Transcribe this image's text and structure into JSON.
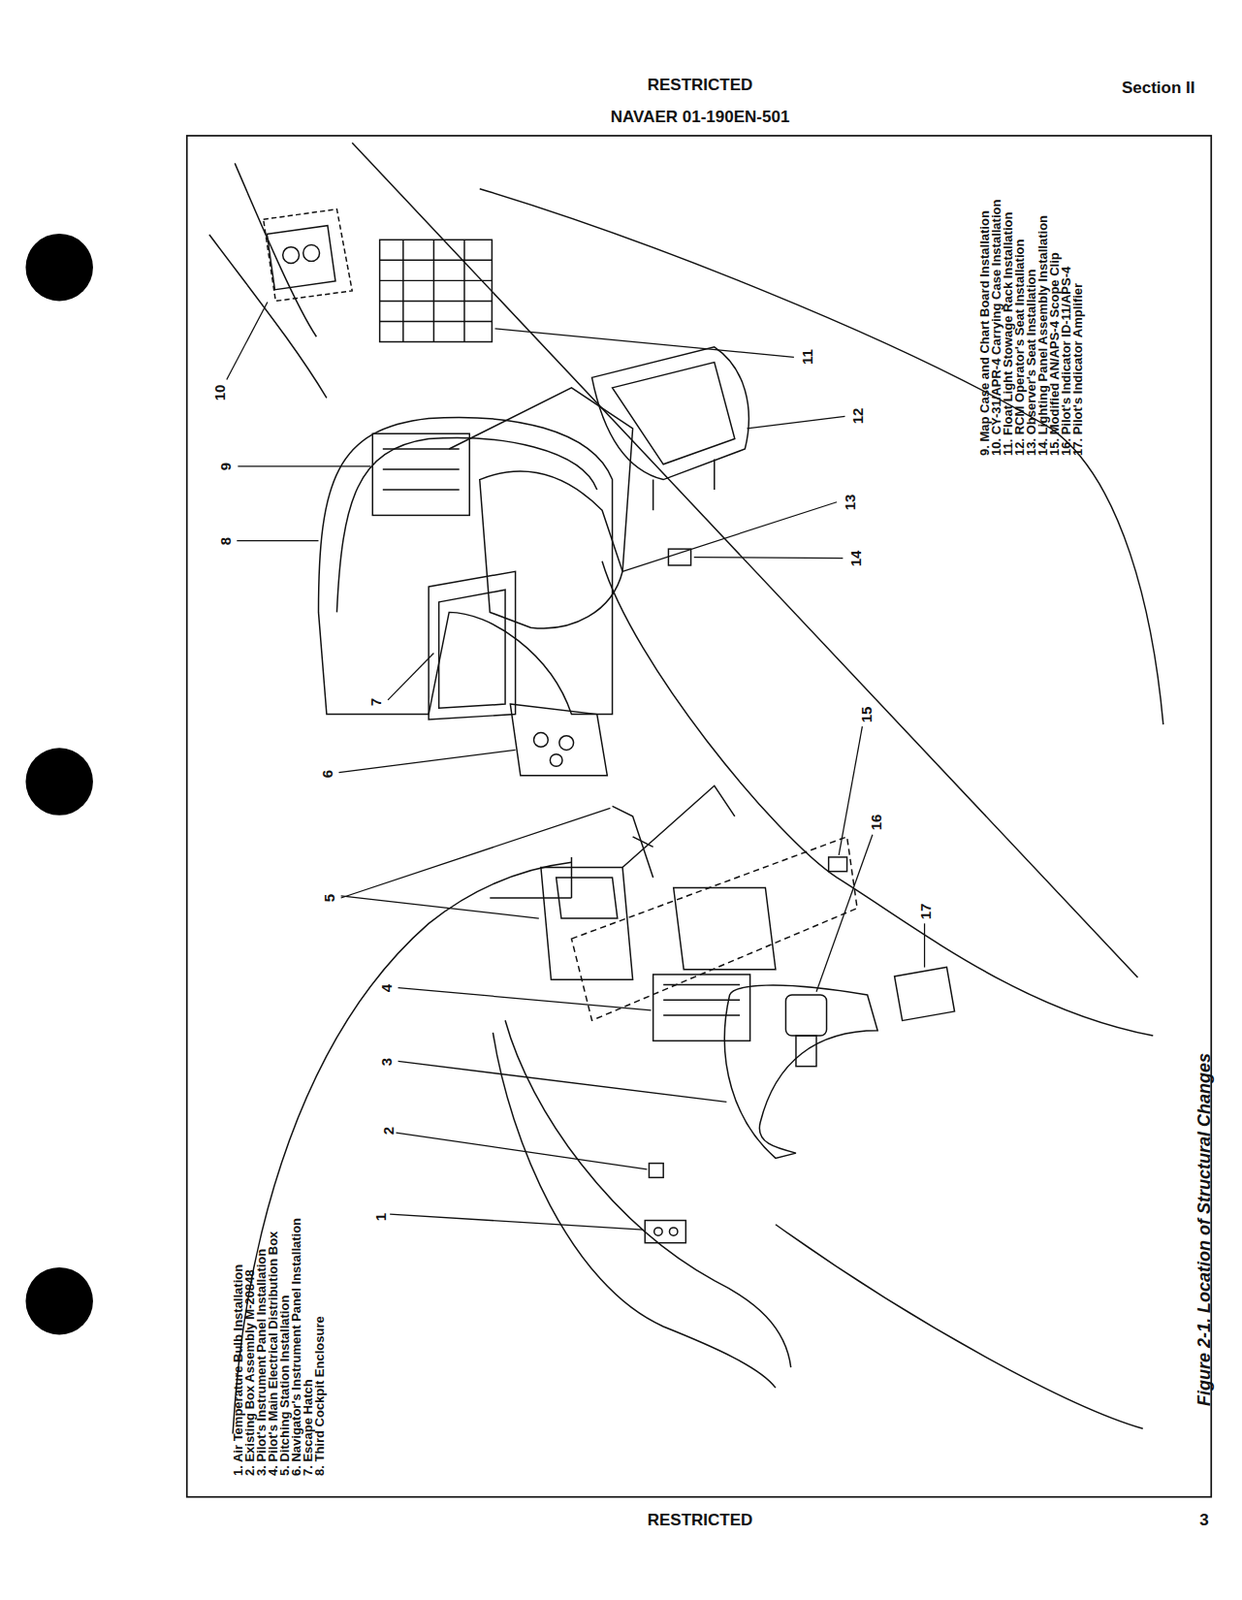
{
  "diagram": {
    "caption": "Figure 2-1. Location of Structural Changes",
    "labels": [
      "RESTRICTED",
      "NAVAER 01-190EN-501",
      "Section II",
      "1",
      "2",
      "3",
      "4",
      "5",
      "6",
      "7",
      "8",
      "9",
      "10",
      "11",
      "12",
      "13",
      "14",
      "15",
      "16",
      "17",
      "1. Air Temperature Bulb Installation",
      "2. Existing Box Assembly M-20848",
      "3. Pilot's Instrument Panel Installation",
      "4. Pilot's Main Electrical Distribution Box",
      "5. Ditching Station Installation",
      "6. Navigator's Instrument Panel Installation",
      "7. Escape Hatch",
      "8. Third Cockpit Enclosure",
      "9. Map Case and Chart Board Installation",
      "10. CY-31/APR-4 Carrying Case Installation",
      "11. Float Light Stowage Rack Installation",
      "12. RCM Operator's Seat Installation",
      "13. Observer's Seat Installation",
      "14. Lighting Panel Assembly Installation",
      "15. Modified AN/APS-4 Scope Clip",
      "16. Pilot's Indicator ID-11/APS-4",
      "17. Pilot's Indicator Amplifier",
      "RESTRICTED",
      "3"
    ]
  }
}
